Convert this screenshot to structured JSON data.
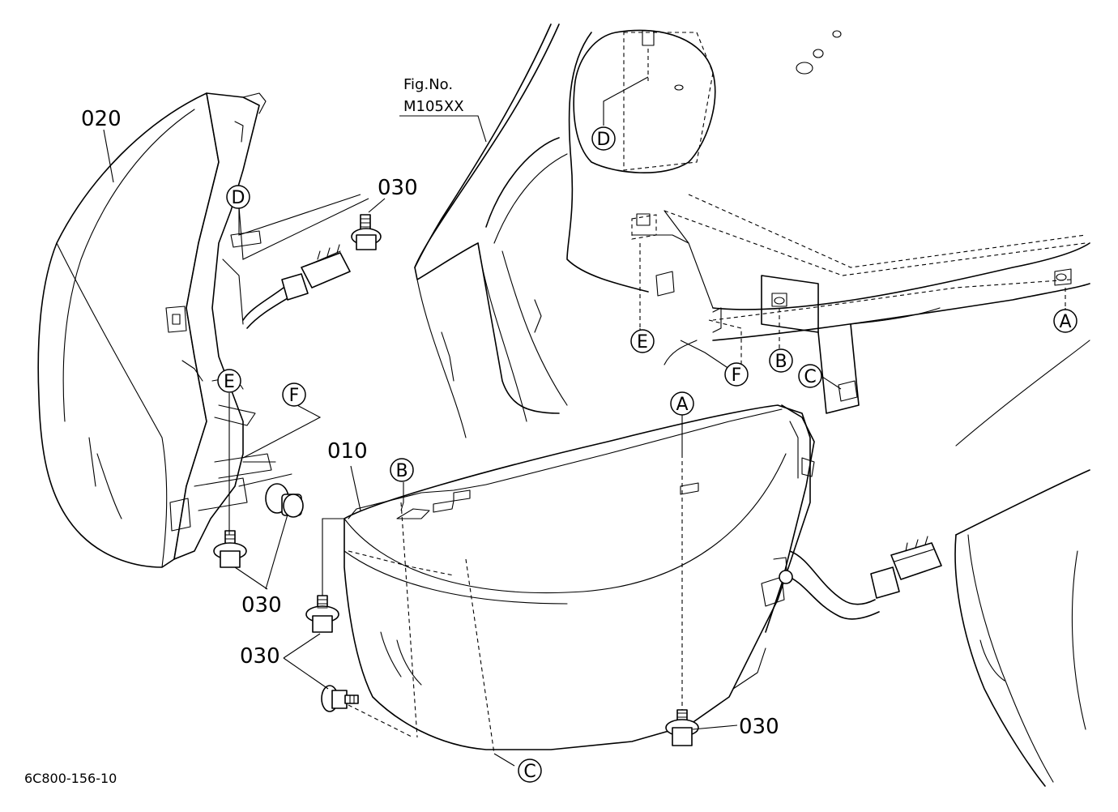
{
  "figure": {
    "fig_label": "Fig.No.",
    "fig_number": "M105XX",
    "drawing_id": "6C800-156-10"
  },
  "part_numbers": {
    "headlight_left": "020",
    "headlight_right": "010",
    "bolt": "030"
  },
  "reference_letters": {
    "a": "A",
    "b": "B",
    "c": "C",
    "d": "D",
    "e": "E",
    "f": "F"
  }
}
